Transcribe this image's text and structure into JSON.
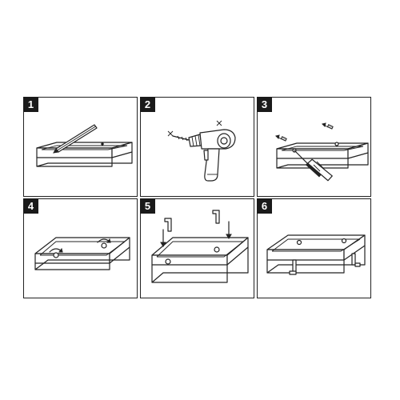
{
  "steps": [
    {
      "number": "1",
      "illustration": "shelf-marking-pencil"
    },
    {
      "number": "2",
      "illustration": "power-drill"
    },
    {
      "number": "3",
      "illustration": "shelf-screwdriver-anchors"
    },
    {
      "number": "4",
      "illustration": "shelf-screws-rotate"
    },
    {
      "number": "5",
      "illustration": "shelf-hooks-insert"
    },
    {
      "number": "6",
      "illustration": "shelf-mounted"
    }
  ],
  "colors": {
    "line": "#222222",
    "badge": "#1a1a1a",
    "badge_text": "#ffffff",
    "background": "#ffffff"
  }
}
